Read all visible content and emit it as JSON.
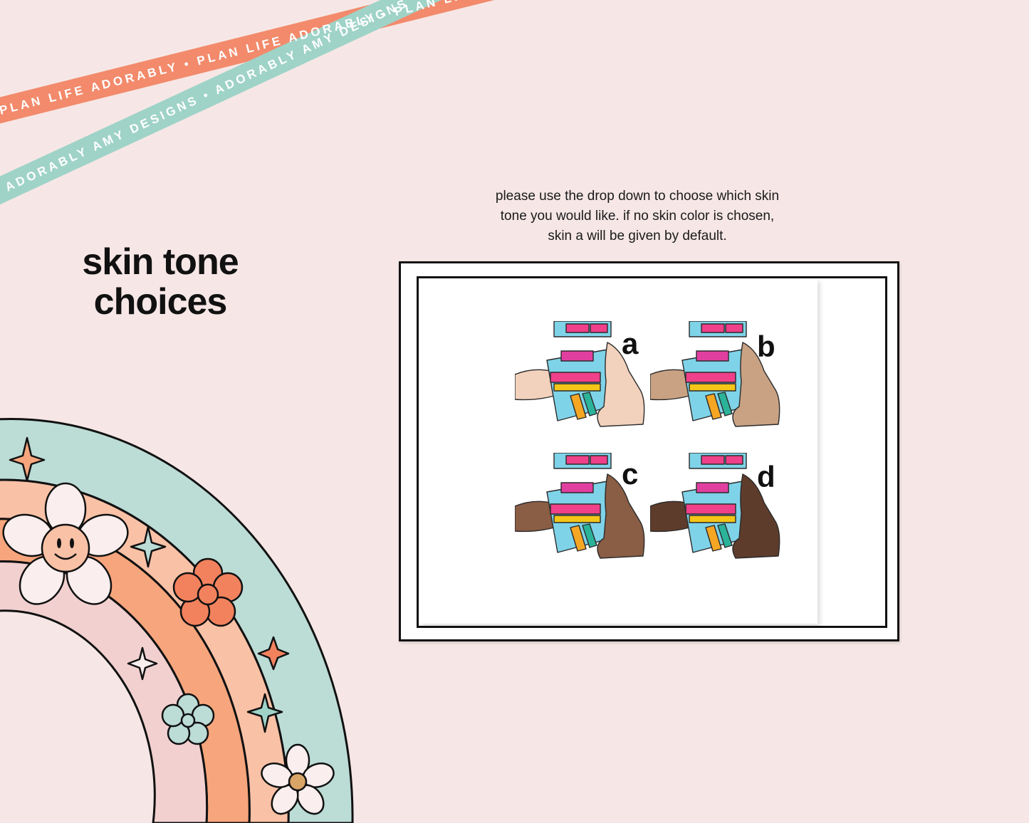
{
  "ribbons": {
    "coral_text": "PLAN LIFE ADORABLY • PLAN LIFE ADORABLY • PLAN LIFE ADORABLY",
    "teal_text": "ADORABLY AMY DESIGNS • ADORABLY AMY DESIGNS • ADORABLY AMY DESIGNS",
    "coral_color": "#f28a6b",
    "teal_color": "#9fd3c7"
  },
  "heading": {
    "line1": "skin tone",
    "line2": "choices"
  },
  "instructions": {
    "line1": "please use the drop down to choose which skin",
    "line2": "tone you would like.  if no skin color is chosen,",
    "line3": "skin a will be given by default."
  },
  "options": [
    {
      "letter": "a",
      "skin_color": "#f2d2bd",
      "icon": "camera-with-hands-icon"
    },
    {
      "letter": "b",
      "skin_color": "#c9a284",
      "icon": "camera-with-hands-icon"
    },
    {
      "letter": "c",
      "skin_color": "#8a5d45",
      "icon": "camera-with-hands-icon"
    },
    {
      "letter": "d",
      "skin_color": "#5e3c2b",
      "icon": "camera-with-hands-icon"
    }
  ],
  "colors": {
    "background": "#f6e7e6",
    "rainbow_teal": "#bcdcd6",
    "rainbow_peach": "#f9c1a6",
    "rainbow_orange": "#f6a57c",
    "rainbow_pink": "#f1d0cf",
    "flower_coral": "#f2825e",
    "flower_teal": "#bcdcd6"
  }
}
